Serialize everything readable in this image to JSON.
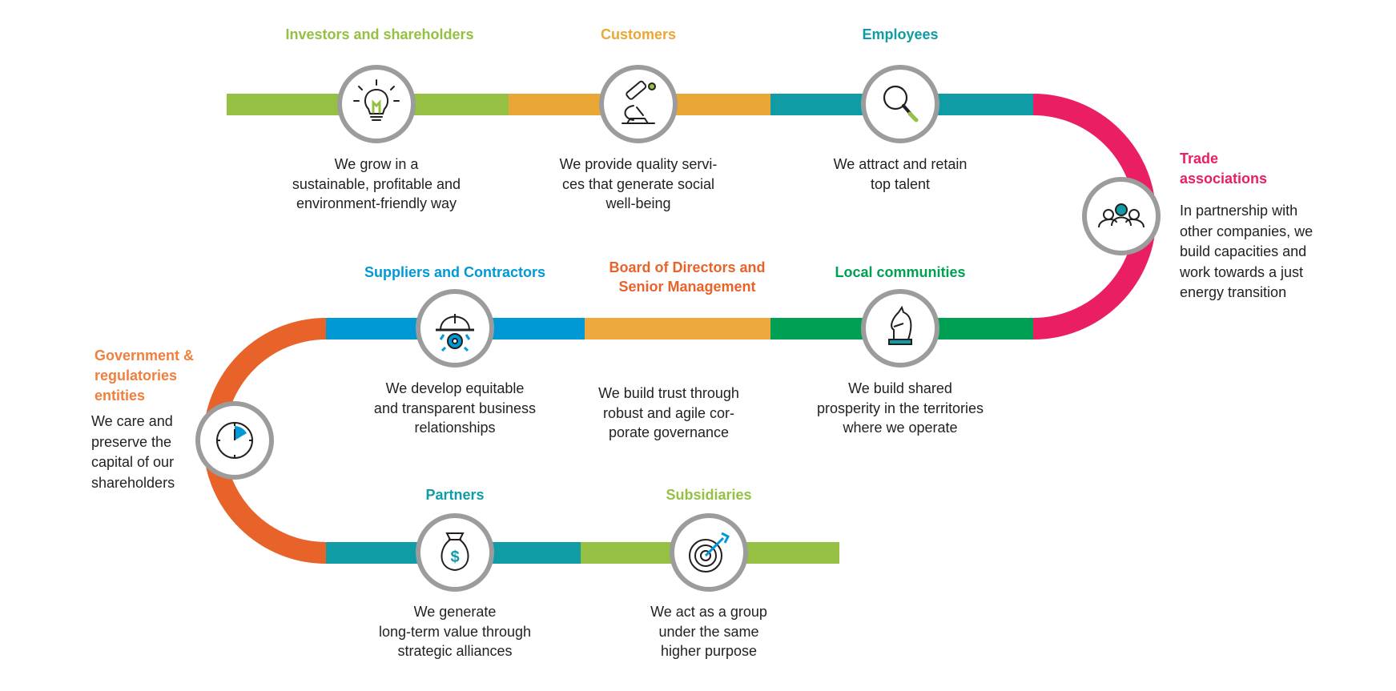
{
  "colors": {
    "green": "#95c044",
    "orange": "#e9a736",
    "teal": "#0f9ca4",
    "pink": "#e91e63",
    "blue": "#0099d6",
    "darkgreen": "#00a054",
    "redorange": "#e8632a",
    "gold": "#eda83e",
    "ring": "#9c9c9c",
    "text": "#231f20"
  },
  "stakeholders": {
    "investors": {
      "title": "Investors and shareholders",
      "desc": "We grow in a\nsustainable, profitable and\nenvironment-friendly way",
      "icon": "lightbulb-icon"
    },
    "customers": {
      "title": "Customers",
      "desc": "We provide quality servi-\nces that generate social\nwell-being",
      "icon": "microscope-icon"
    },
    "employees": {
      "title": "Employees",
      "desc": "We attract and retain\ntop talent",
      "icon": "magnifier-icon"
    },
    "trade": {
      "title": "Trade\nassociations",
      "desc": "In partnership with\nother companies, we\nbuild capacities and\nwork towards a just\nenergy transition",
      "icon": "people-group-icon"
    },
    "suppliers": {
      "title": "Suppliers and Contractors",
      "desc": "We develop equitable\nand transparent business\nrelationships",
      "icon": "hardhat-gear-icon"
    },
    "board": {
      "title": "Board of Directors and\nSenior Management",
      "desc": "We build trust through\nrobust and agile cor-\nporate governance"
    },
    "local": {
      "title": "Local communities",
      "desc": "We build shared\nprosperity in the territories\nwhere we operate",
      "icon": "chess-knight-icon"
    },
    "government": {
      "title": "Government &\nregulatories\nentities",
      "desc": "We care and\npreserve the\ncapital of our\nshareholders",
      "icon": "stopwatch-icon"
    },
    "partners": {
      "title": "Partners",
      "desc": "We generate\nlong-term value through\nstrategic alliances",
      "icon": "money-bag-icon"
    },
    "subsidiaries": {
      "title": "Subsidiaries",
      "desc": "We act as a group\nunder the same\nhigher purpose",
      "icon": "target-icon"
    }
  }
}
